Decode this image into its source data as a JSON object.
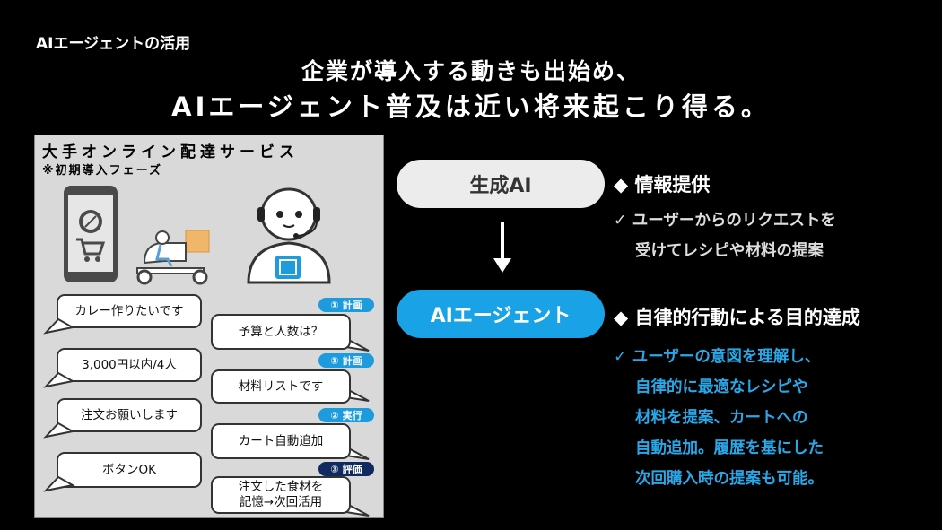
{
  "section_label": "AIエージェントの活用",
  "headline": {
    "line1": "企業が導入する動きも出始め、",
    "line2": "AIエージェント普及は近い将来起こり得る。"
  },
  "panel": {
    "title": "大手オンライン配達サービス",
    "subtitle": "※初期導入フェーズ",
    "icons": [
      "smartphone-cart-icon",
      "delivery-scooter-icon",
      "robot-headset-icon"
    ],
    "user_bubbles": [
      "カレー作りたいです",
      "3,000円以内/4人",
      "注文お願いします",
      "ボタンOK"
    ],
    "agent_bubbles": [
      {
        "tag": "① 計画",
        "text": "予算と人数は？"
      },
      {
        "tag": "① 計画",
        "text": "材料リストです"
      },
      {
        "tag": "② 実行",
        "text": "カート自動追加"
      },
      {
        "tag": "③ 評価",
        "line1": "注文した食材を",
        "line2": "記憶→次回活用"
      }
    ]
  },
  "genai": {
    "pill": "生成AI",
    "heading": "◆ 情報提供",
    "note": [
      "✓ ユーザーからのリクエストを",
      "受けてレシピや材料の提案"
    ]
  },
  "agent": {
    "pill": "AIエージェント",
    "heading": "◆ 自律的行動による目的達成",
    "note": [
      "✓ ユーザーの意図を理解し、",
      "自律的に最適なレシピや",
      "材料を提案、カートへの",
      "自動追加。履歴を基にした",
      "次回購入時の提案も可能。"
    ]
  },
  "colors": {
    "accent": "#19a2e6",
    "tag_blue": "#1d9bdc",
    "tag_navy": "#0f2a5e",
    "panel": "#d9d9d9"
  }
}
